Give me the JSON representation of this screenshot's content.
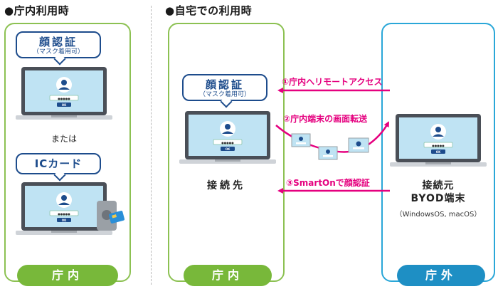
{
  "sections": {
    "left_title": "●庁内利用時",
    "right_title": "●自宅での利用時"
  },
  "left_panel": {
    "bubble_face_main": "顔認証",
    "bubble_face_sub": "（マスク着用可）",
    "or_text": "または",
    "bubble_ic": "ICカード",
    "tag": "庁内"
  },
  "middle_panel": {
    "bubble_face_main": "顔認証",
    "bubble_face_sub": "（マスク着用可）",
    "device_label": "接続先",
    "tag": "庁内"
  },
  "right_panel": {
    "device_label_line1": "接続元",
    "device_label_line2": "BYOD端末",
    "device_os": "（WindowsOS, macOS）",
    "tag": "庁外"
  },
  "arrows": {
    "remote_access": "①庁内へリモートアクセス",
    "screen_transfer": "②庁内端末の画面転送",
    "smarton_face": "③SmartOnで顔認証"
  },
  "login": {
    "password_mask": "●●●●●",
    "button": "OK"
  },
  "colors": {
    "green": "#78b83a",
    "blue": "#1e8fc4",
    "navy": "#1d4c8c",
    "magenta": "#e5007f"
  }
}
